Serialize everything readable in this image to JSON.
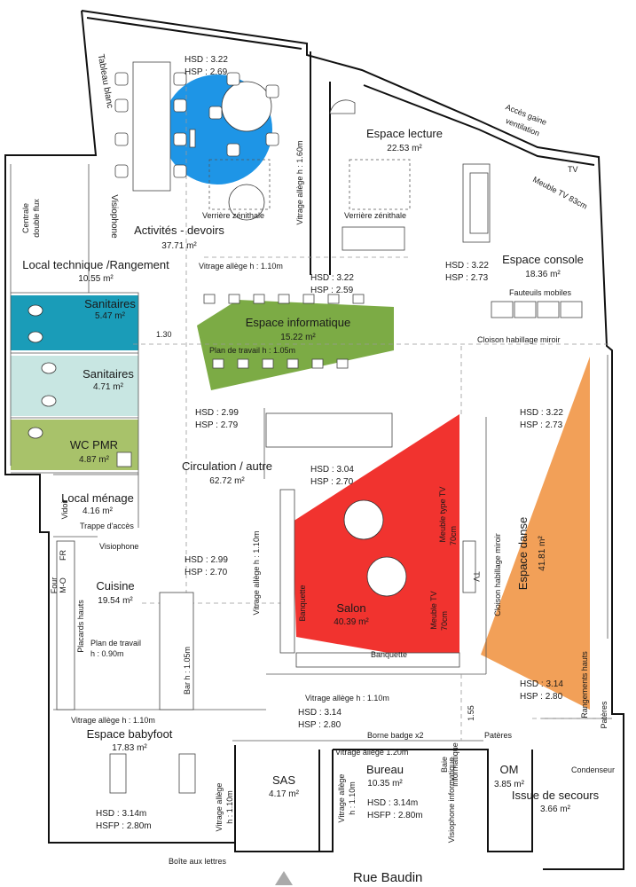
{
  "colors": {
    "blue": "#1e95e6",
    "green": "#7cab45",
    "red": "#f1332f",
    "orange": "#f2a058",
    "teal": "#1a9cb8",
    "light_teal": "#c8e6e2",
    "olive": "#a8c26a"
  },
  "rooms": {
    "activites": {
      "name": "Activités - devoirs",
      "area": "37.71 m²"
    },
    "lecture": {
      "name": "Espace lecture",
      "area": "22.53 m²"
    },
    "console": {
      "name": "Espace console",
      "area": "18.36 m²"
    },
    "local_tech": {
      "name": "Local technique /Rangement",
      "area": "10.55 m²"
    },
    "sanitaires1": {
      "name": "Sanitaires",
      "area": "5.47 m²"
    },
    "sanitaires2": {
      "name": "Sanitaires",
      "area": "4.71 m²"
    },
    "wc_pmr": {
      "name": "WC PMR",
      "area": "4.87 m²"
    },
    "informatique": {
      "name": "Espace informatique",
      "area": "15.22 m²"
    },
    "circulation": {
      "name": "Circulation / autre",
      "area": "62.72 m²"
    },
    "menage": {
      "name": "Local ménage",
      "area": "4.16 m²"
    },
    "cuisine": {
      "name": "Cuisine",
      "area": "19.54 m²"
    },
    "salon": {
      "name": "Salon",
      "area": "40.39 m²"
    },
    "danse": {
      "name": "Espace danse",
      "area": "41.81 m²"
    },
    "babyfoot": {
      "name": "Espace babyfoot",
      "area": "17.83 m²"
    },
    "sas": {
      "name": "SAS",
      "area": "4.17 m²"
    },
    "bureau": {
      "name": "Bureau",
      "area": "10.35 m²"
    },
    "om": {
      "name": "OM",
      "area": "3.85 m²"
    },
    "secours": {
      "name": "Issue de secours",
      "area": "3.66 m²"
    }
  },
  "heights": {
    "h1": {
      "hsd": "HSD : 3.22",
      "hsp": "HSP : 2.69"
    },
    "h2": {
      "hsd": "HSD : 3.22",
      "hsp": "HSP : 2.73"
    },
    "h3": {
      "hsd": "HSD : 3.22",
      "hsp": "HSP : 2.59"
    },
    "h4": {
      "hsd": "HSD : 2.99",
      "hsp": "HSP : 2.79"
    },
    "h5": {
      "hsd": "HSD : 3.22",
      "hsp": "HSP : 2.73"
    },
    "h6": {
      "hsd": "HSD : 3.04",
      "hsp": "HSP : 2.70"
    },
    "h7": {
      "hsd": "HSD : 2.99",
      "hsp": "HSP : 2.70"
    },
    "h8": {
      "hsd": "HSD : 3.14",
      "hsp": "HSP : 2.80"
    },
    "h9": {
      "hsd": "HSD : 3.14",
      "hsp": "HSP : 2.80"
    },
    "h10": {
      "hsd": "HSD : 3.14m",
      "hsp": "HSFP : 2.80m"
    },
    "h11": {
      "hsd": "HSD : 3.14m",
      "hsp": "HSFP : 2.80m"
    }
  },
  "labels": {
    "tableau_blanc": "Tableau blanc",
    "visiophone1": "Visiophone",
    "verriere1": "Verrière zénithale",
    "verriere2": "Verrière zénithale",
    "vitrage_v1": "Vitrage allège h : 1.60m",
    "vitrage_h1": "Vitrage allège h : 1.10m",
    "acces_gaine1": "Accès gaine",
    "acces_gaine2": "ventilation",
    "tv": "TV",
    "meuble_tv": "Meuble TV 83cm",
    "fauteuils": "Fauteuils mobiles",
    "centrale1": "Centrale",
    "centrale2": "double flux",
    "dim_130": "1.30",
    "plan_travail1": "Plan de travail h : 1.05m",
    "cloison1": "Cloison habillage miroir",
    "vidoir": "Vidoir",
    "trappe": "Trappe d'accès",
    "visiophone2": "Visiophone",
    "fr": "FR",
    "four": "Four",
    "mo": "M-O",
    "placards": "Placards hauts",
    "plan_travail2a": "Plan de travail",
    "plan_travail2b": "h : 0.90m",
    "bar": "Bar h : 1.05m",
    "vitrage_v2": "Vitrage allège h : 1.10m",
    "banquette1": "Banquette",
    "banquette2": "Banquette",
    "meuble_type_tv1": "Meuble type TV",
    "meuble_type_tv2": "70cm",
    "meuble_tv70a": "Meuble TV",
    "meuble_tv70b": "70cm",
    "tv2": "TV",
    "cloison2": "Cloison habillage miroir",
    "vitrage_h2": "Vitrage allège h : 1.10m",
    "rangements": "Rangements hauts",
    "pateres1": "Patères",
    "pateres2": "Patères",
    "dim_155": "1.55",
    "vitrage_h3": "Vitrage allège h : 1.10m",
    "borne": "Borne badge x2",
    "vitrage_h4": "Vitrage allège 1.20m",
    "baie1": "Baie",
    "baie2": "informatique",
    "visio3": "Visiophone informatique",
    "vitrage_v3a": "Vitrage allège",
    "vitrage_v3b": "h : 1.10m",
    "vitrage_v4a": "Vitrage allège",
    "vitrage_v4b": "h : 1.10m",
    "condenseur": "Condenseur",
    "boite": "Boîte aux lettres",
    "rue": "Rue Baudin"
  }
}
